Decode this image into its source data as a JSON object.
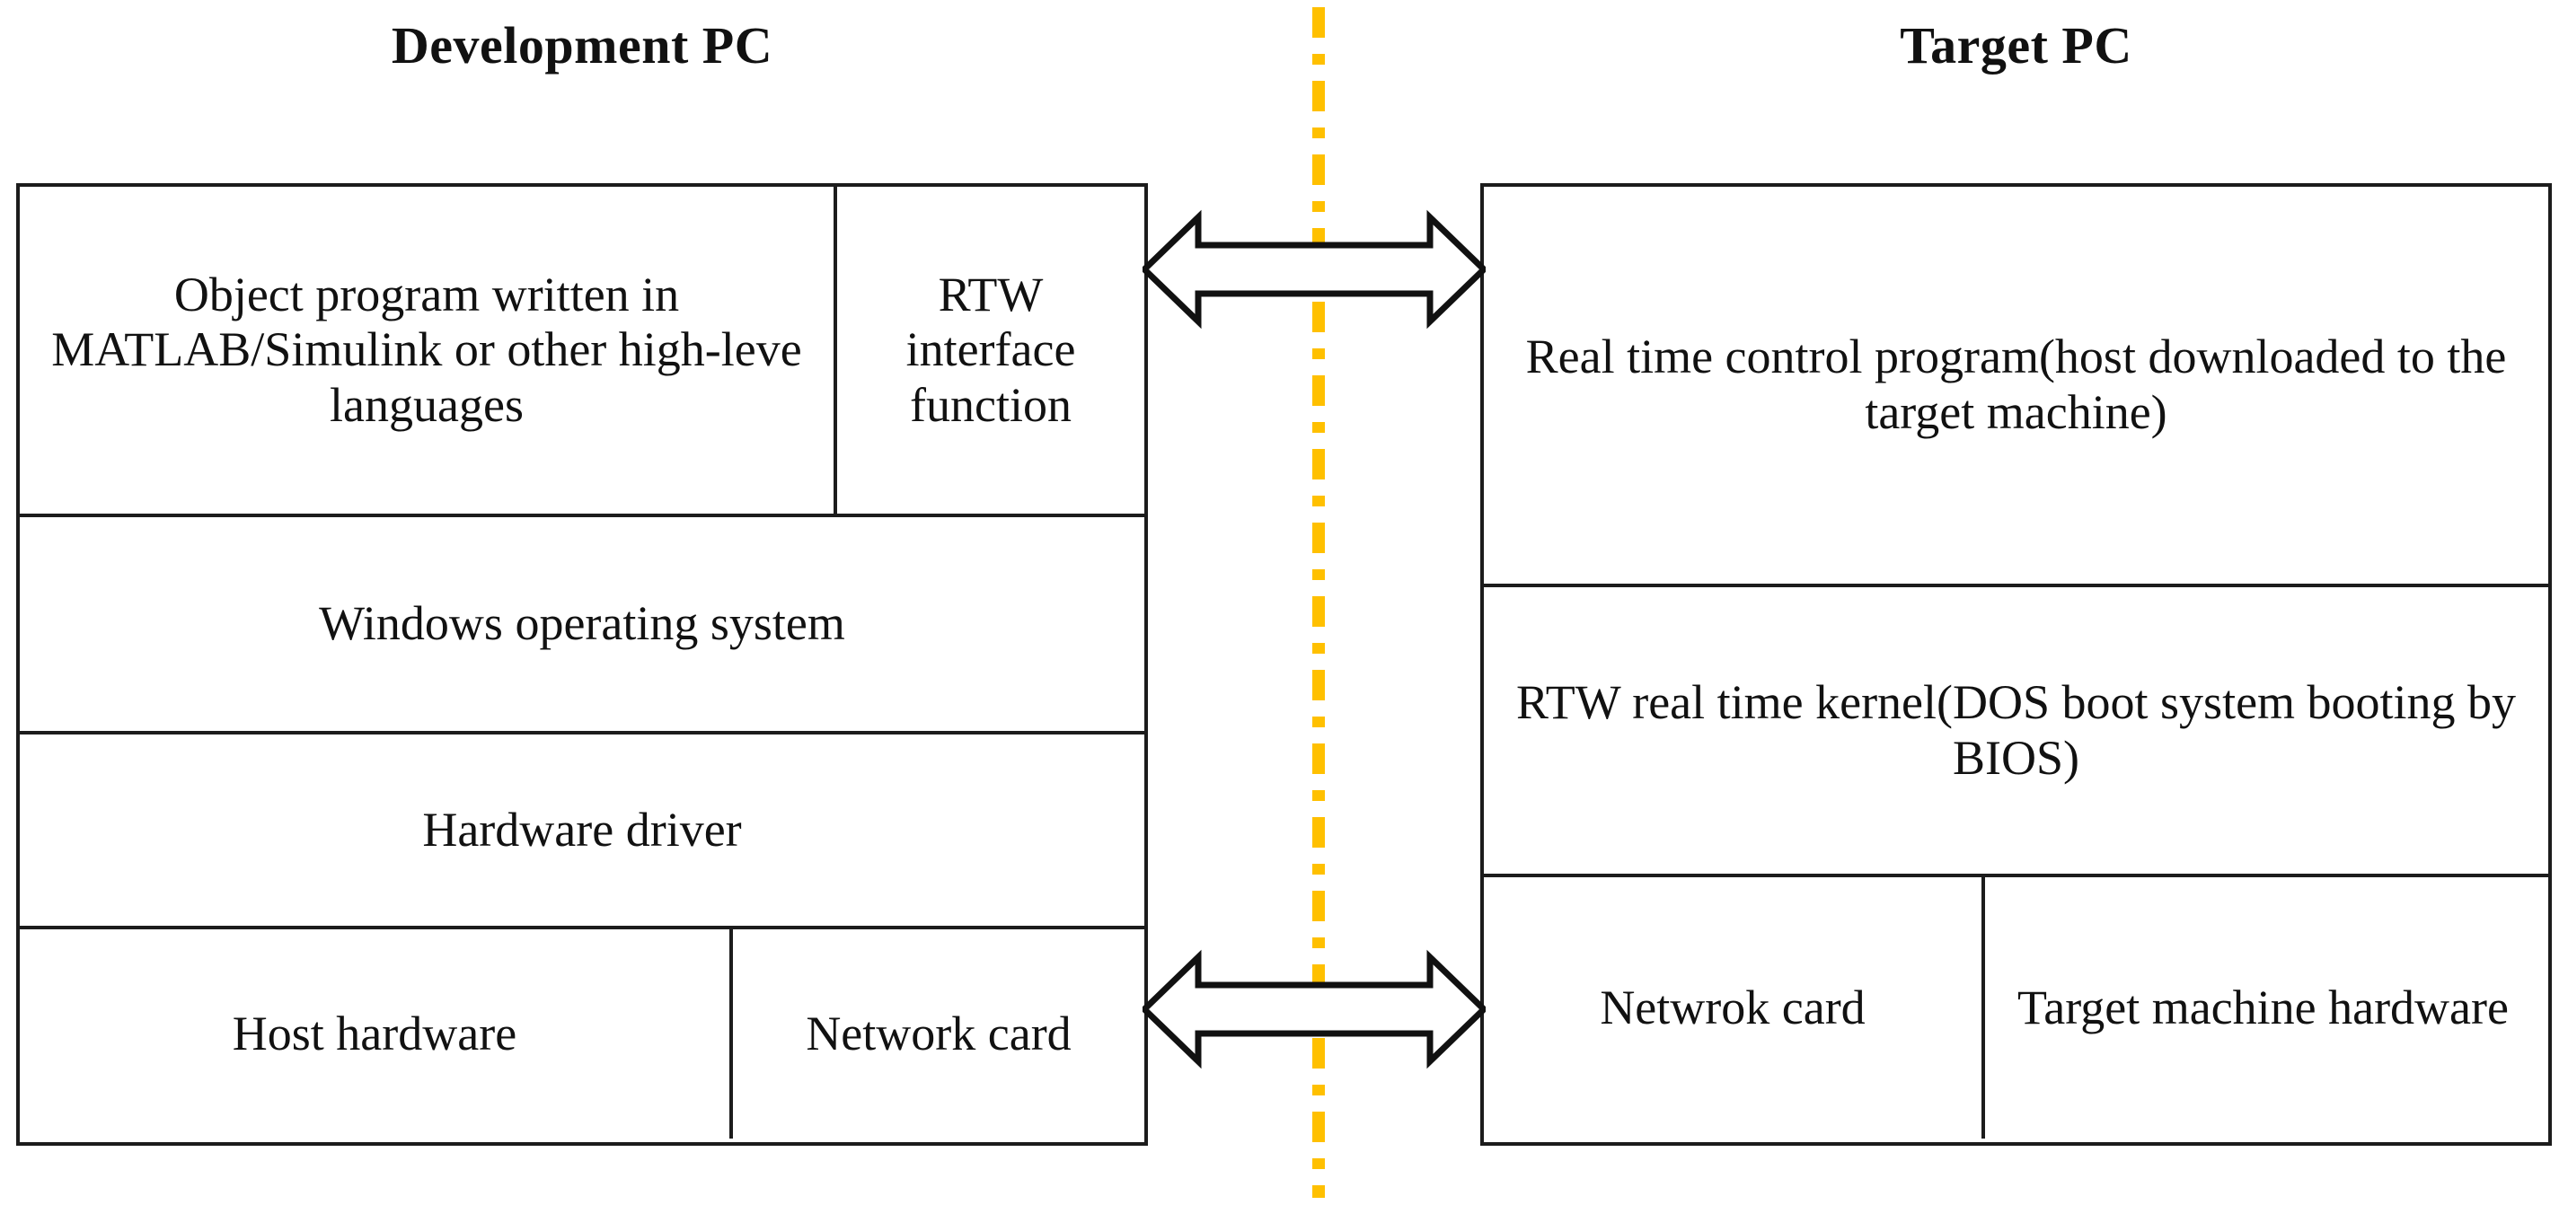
{
  "diagram": {
    "title": "Development PC and Target PC real-time workshop architecture",
    "colors": {
      "divider": "#FFC000",
      "stroke": "#1c1c1c",
      "text": "#111111",
      "background": "#ffffff"
    },
    "titles": {
      "left": "Development PC",
      "right": "Target PC"
    },
    "left_block": {
      "rows": [
        {
          "cells": [
            {
              "label": "Object program written in MATLAB/Simulink or other high-leve languages"
            },
            {
              "label": "RTW interface function"
            }
          ]
        },
        {
          "cells": [
            {
              "label": "Windows operating system"
            }
          ]
        },
        {
          "cells": [
            {
              "label": "Hardware driver"
            }
          ]
        },
        {
          "cells": [
            {
              "label": "Host hardware"
            },
            {
              "label": "Network card"
            }
          ]
        }
      ]
    },
    "right_block": {
      "rows": [
        {
          "cells": [
            {
              "label": "Real time control program(host downloaded to the target machine)"
            }
          ]
        },
        {
          "cells": [
            {
              "label": "RTW real time kernel(DOS boot system booting by BIOS)"
            }
          ]
        },
        {
          "cells": [
            {
              "label": "Netwrok card"
            },
            {
              "label": "Target machine hardware"
            }
          ]
        }
      ]
    },
    "connectors": [
      {
        "name": "top-bidirectional-arrow",
        "style": "hollow double-headed arrow"
      },
      {
        "name": "bottom-bidirectional-arrow",
        "style": "hollow double-headed arrow"
      }
    ],
    "divider": {
      "name": "dash-dot boundary line",
      "style": "vertical dash-dot"
    }
  }
}
